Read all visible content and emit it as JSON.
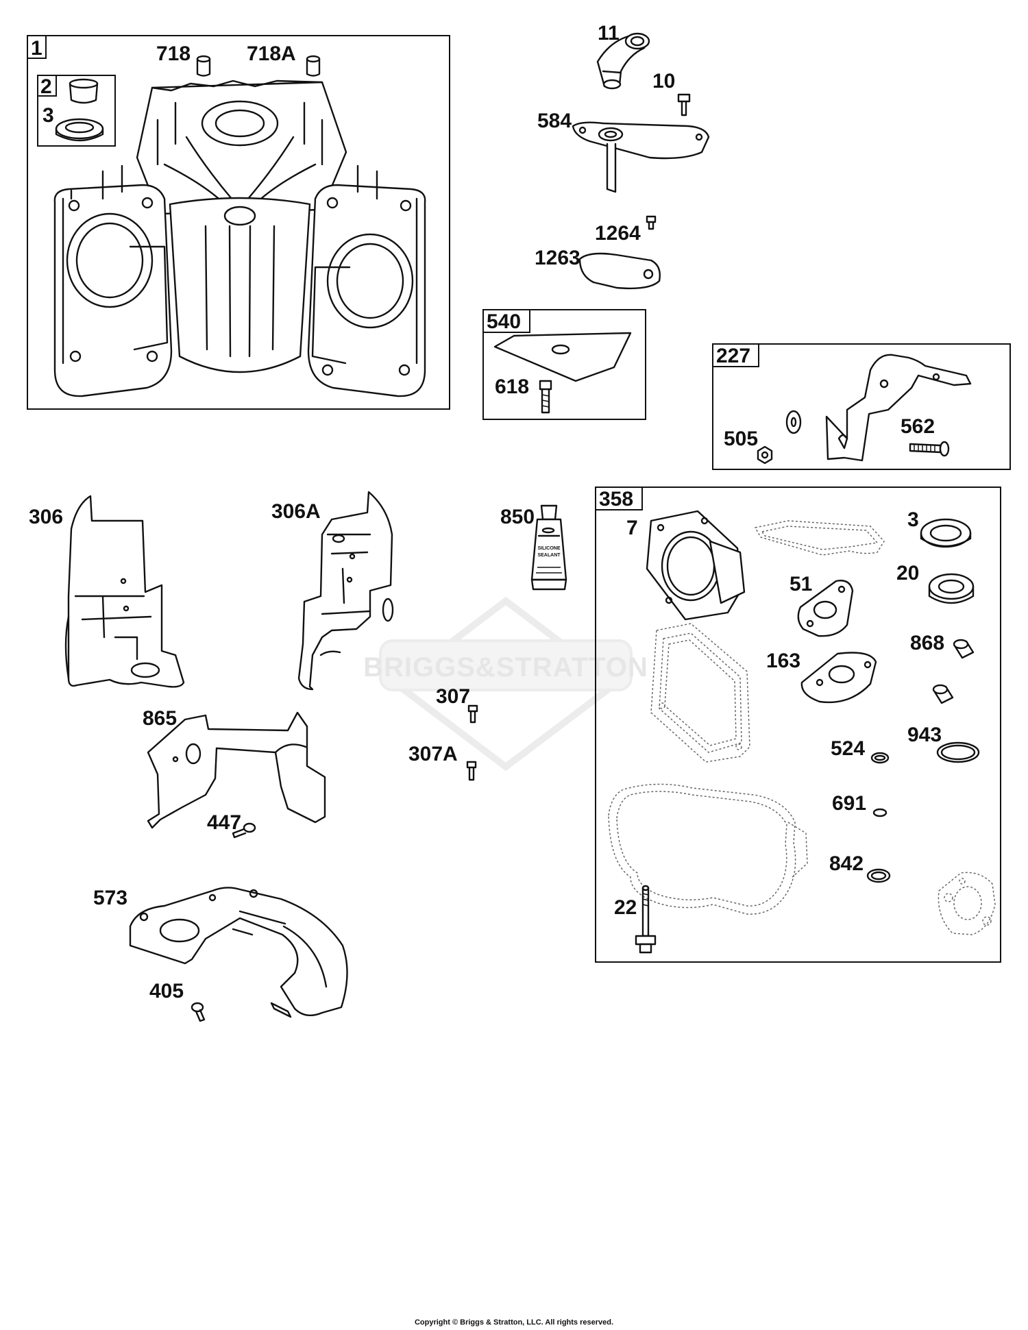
{
  "watermark": "BRIGGS&STRATTON",
  "tube_text": [
    "SILICONE",
    "SEALANT"
  ],
  "copyright": "Copyright © Briggs & Stratton, LLC. All rights reserved.",
  "groups": {
    "g1": "1",
    "g2": "2",
    "g540": "540",
    "g227": "227",
    "g358": "358"
  },
  "parts": {
    "p3a": "3",
    "p718": "718",
    "p718a": "718A",
    "p11": "11",
    "p10": "10",
    "p584": "584",
    "p1264": "1264",
    "p1263": "1263",
    "p618": "618",
    "p505": "505",
    "p562": "562",
    "p306": "306",
    "p306a": "306A",
    "p850": "850",
    "p307": "307",
    "p307a": "307A",
    "p865": "865",
    "p447": "447",
    "p573": "573",
    "p405": "405",
    "p7": "7",
    "p3b": "3",
    "p20": "20",
    "p51": "51",
    "p163": "163",
    "p868": "868",
    "p524": "524",
    "p943": "943",
    "p691": "691",
    "p842": "842",
    "p22": "22"
  }
}
